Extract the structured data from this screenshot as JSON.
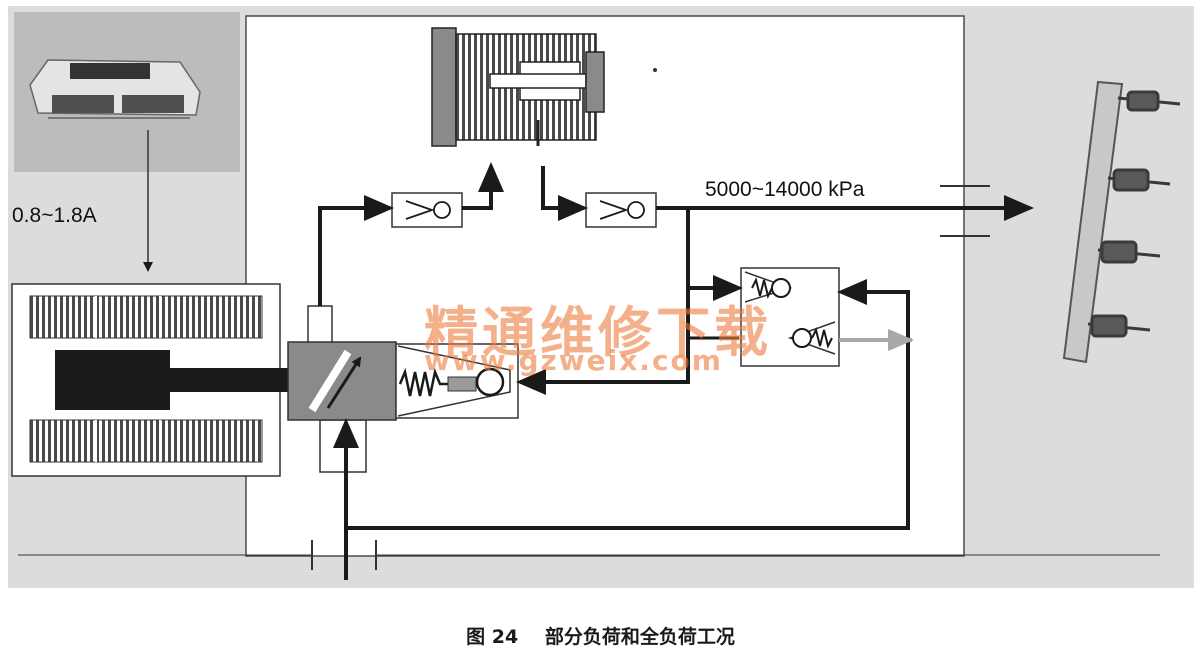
{
  "labels": {
    "control_current": "0.8~1.8A",
    "rail_pressure": "5000~14000 kPa"
  },
  "watermark": {
    "chinese": "精通维修下载",
    "url": "www.gzweix.com"
  },
  "caption": {
    "figure_number": "图 24",
    "title": "部分负荷和全负荷工况"
  },
  "colors": {
    "background": "#ffffff",
    "scan_tint": "#dcdcdc",
    "line": "#1a1a1a",
    "block_gray": "#8a8a8a",
    "spill_line": "#a8a8a8",
    "watermark": "#ec7c3c"
  }
}
